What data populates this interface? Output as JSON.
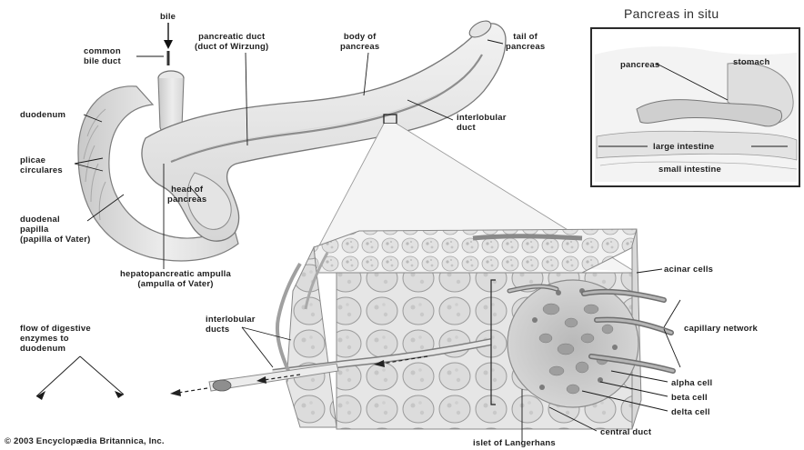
{
  "inset": {
    "title": "Pancreas in situ",
    "labels": {
      "pancreas": "pancreas",
      "stomach": "stomach",
      "large_intestine": "large intestine",
      "small_intestine": "small intestine"
    }
  },
  "labels": {
    "bile": "bile",
    "common_bile_duct": [
      "common",
      "bile duct"
    ],
    "pancreatic_duct": [
      "pancreatic duct",
      "(duct of Wirzung)"
    ],
    "body_of_pancreas": [
      "body of",
      "pancreas"
    ],
    "tail_of_pancreas": [
      "tail of",
      "pancreas"
    ],
    "duodenum": "duodenum",
    "interlobular_duct": [
      "interlobular",
      "duct"
    ],
    "plicae_circulares": [
      "plicae",
      "circulares"
    ],
    "head_of_pancreas": [
      "head of",
      "pancreas"
    ],
    "duodenal_papilla": [
      "duodenal",
      "papilla",
      "(papilla of Vater)"
    ],
    "hepatopancreatic_ampulla": [
      "hepatopancreatic ampulla",
      "(ampulla of Vater)"
    ],
    "acinar_cells": "acinar cells",
    "capillary_network": "capillary network",
    "flow_of_digestive_enzymes": [
      "flow of digestive",
      "enzymes to",
      "duodenum"
    ],
    "interlobular_ducts": [
      "interlobular",
      "ducts"
    ],
    "alpha_cell": "alpha cell",
    "beta_cell": "beta cell",
    "delta_cell": "delta cell",
    "central_duct": "central duct",
    "islet_of_langerhans": "islet of Langerhans"
  },
  "copyright": "© 2003 Encyclopædia Britannica, Inc."
}
